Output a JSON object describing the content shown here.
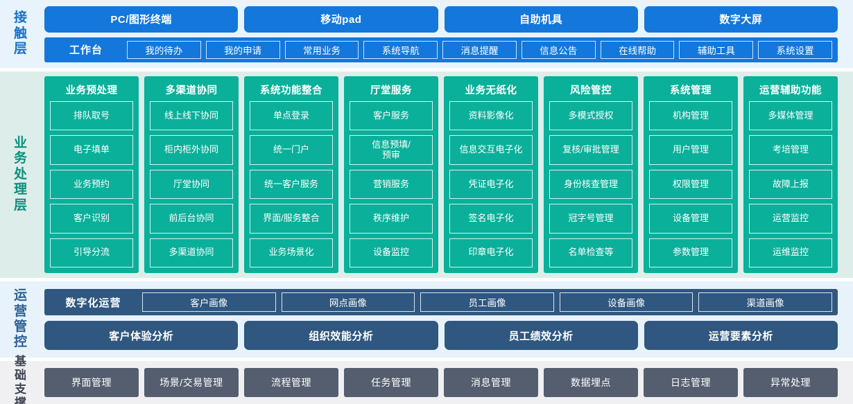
{
  "layers": {
    "contact": {
      "label": "接触层",
      "accent": "#1377dc",
      "background": "#e9f3fc",
      "channels": [
        "PC/图形终端",
        "移动pad",
        "自助机具",
        "数字大屏"
      ],
      "workbench": {
        "title": "工作台",
        "items": [
          "我的待办",
          "我的申请",
          "常用业务",
          "系统导航",
          "消息提醒",
          "信息公告",
          "在线帮助",
          "辅助工具",
          "系统设置"
        ]
      }
    },
    "business": {
      "label": "业务处理层",
      "accent": "#0ab09a",
      "background": "#ddeeea",
      "columns": [
        {
          "title": "业务预处理",
          "items": [
            "排队取号",
            "电子填单",
            "业务预约",
            "客户识别",
            "引导分流"
          ]
        },
        {
          "title": "多渠道协同",
          "items": [
            "线上线下协同",
            "柜内柜外协同",
            "厅堂协同",
            "前后台协同",
            "多渠道协同"
          ]
        },
        {
          "title": "系统功能整合",
          "items": [
            "单点登录",
            "统一门户",
            "统一客户服务",
            "界面/服务整合",
            "业务场景化"
          ]
        },
        {
          "title": "厅堂服务",
          "items": [
            "客户服务",
            "信息预填/\n预审",
            "营销服务",
            "秩序维护",
            "设备监控"
          ]
        },
        {
          "title": "业务无纸化",
          "items": [
            "资料影像化",
            "信息交互电子化",
            "凭证电子化",
            "签名电子化",
            "印章电子化"
          ]
        },
        {
          "title": "风险管控",
          "items": [
            "多模式授权",
            "复核/审批管理",
            "身份核查管理",
            "冠字号管理",
            "名单检查等"
          ]
        },
        {
          "title": "系统管理",
          "items": [
            "机构管理",
            "用户管理",
            "权限管理",
            "设备管理",
            "参数管理"
          ]
        },
        {
          "title": "运营辅助功能",
          "items": [
            "多媒体管理",
            "考培管理",
            "故障上报",
            "运营监控",
            "运维监控"
          ]
        }
      ]
    },
    "operations": {
      "label": "运营管控",
      "accent": "#2f577f",
      "background": "#e8f2fb",
      "digital": {
        "title": "数字化运营",
        "items": [
          "客户画像",
          "网点画像",
          "员工画像",
          "设备画像",
          "渠道画像"
        ]
      },
      "analysis": [
        "客户体验分析",
        "组织效能分析",
        "员工绩效分析",
        "运营要素分析"
      ]
    },
    "foundation": {
      "label": "基础支撑",
      "accent": "#555e6e",
      "background": "#f0f0f2",
      "items": [
        "界面管理",
        "场景/交易管理",
        "流程管理",
        "任务管理",
        "消息管理",
        "数据埋点",
        "日志管理",
        "异常处理"
      ]
    }
  }
}
